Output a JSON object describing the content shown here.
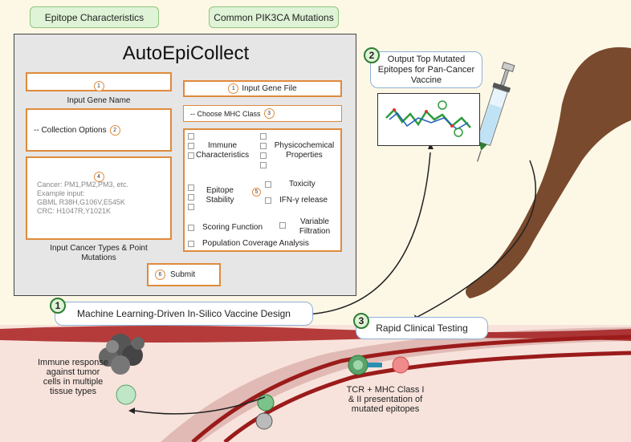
{
  "top_labels": {
    "epitope_characteristics": "Epitope Characteristics",
    "common_mutations": "Common PIK3CA Mutations"
  },
  "app": {
    "title": "AutoEpiCollect",
    "gene_input_num": "1",
    "gene_input_label": "Input Gene Name",
    "gene_file_num": "1",
    "gene_file_button": "Input Gene File",
    "mhc_select": "-- Choose MHC Class",
    "mhc_num": "3",
    "collection_options": "-- Collection Options",
    "collection_num": "2",
    "cancer_num": "4",
    "cancer_placeholder_1": "Cancer: PM1,PM2,PM3, etc.",
    "cancer_placeholder_2": "Example input:",
    "cancer_placeholder_3": "GBML R38H,G106V,E545K",
    "cancer_placeholder_4": "CRC: H1047R,Y1021K",
    "cancer_label": "Input Cancer Types & Point Mutations",
    "immune_characteristics": "Immune Characteristics",
    "physicochemical_properties": "Physicochemical Properties",
    "epitope_stability": "Epitope Stability",
    "options_num": "5",
    "toxicity": "Toxicity",
    "ifn_release": "IFN-γ release",
    "scoring_function": "Scoring Function",
    "variable_filtration": "Variable Filtration",
    "population_coverage": "Population Coverage Analysis",
    "submit_num": "6",
    "submit": "Submit"
  },
  "steps": {
    "step1_num": "1",
    "step1": "Machine Learning-Driven In-Silico Vaccine Design",
    "step2_num": "2",
    "step2": "Output Top Mutated Epitopes for Pan-Cancer Vaccine",
    "step3_num": "3",
    "step3": "Rapid Clinical Testing"
  },
  "annotations": {
    "immune_response": "Immune response against tumor cells in multiple tissue types",
    "tcr_mhc": "TCR + MHC Class I & II presentation of mutated epitopes"
  },
  "colors": {
    "background": "#fdf8e6",
    "accent_orange": "#e08a3c",
    "green": "#8fc57c",
    "blood_vessel": "#8b1a1a"
  }
}
